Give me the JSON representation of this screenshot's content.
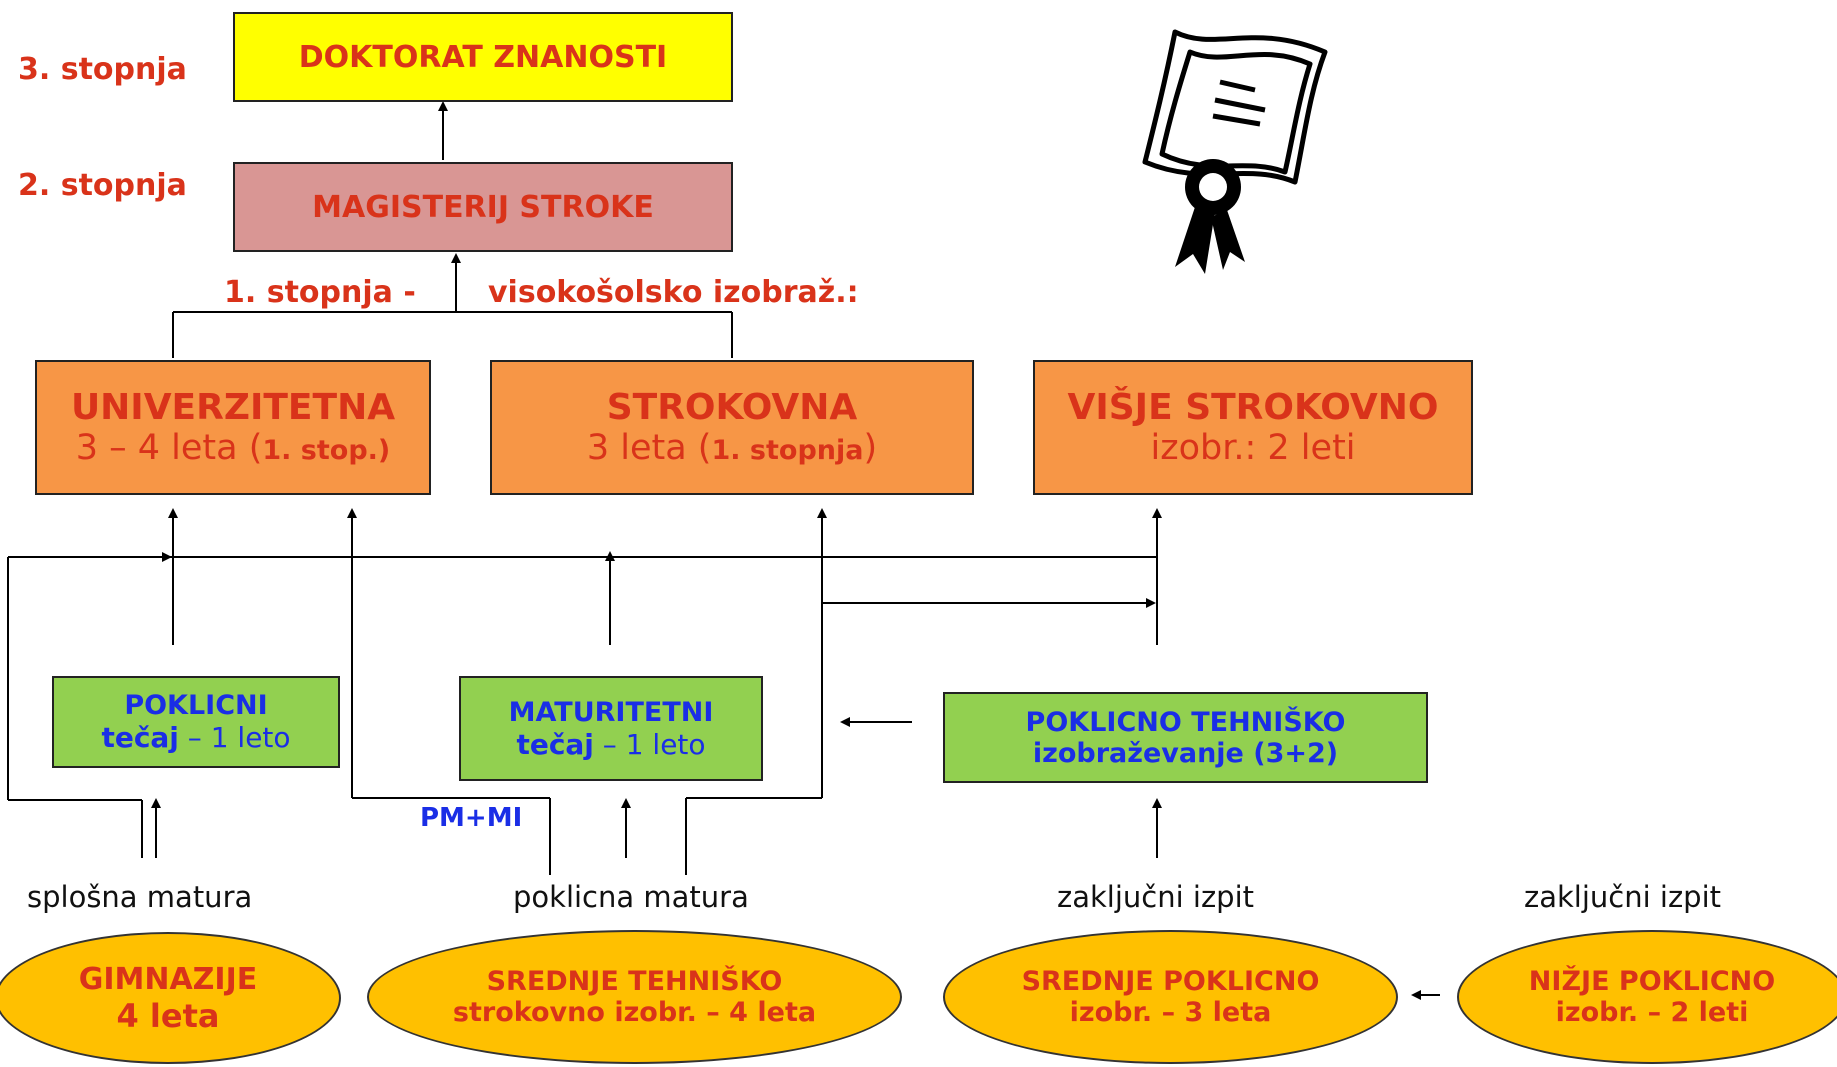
{
  "levels": {
    "level3": "3. stopnja",
    "level2": "2. stopnja",
    "level1_left": "1. stopnja -",
    "level1_right": "visokošolsko izobraž.:"
  },
  "boxes": {
    "doctorate": "DOKTORAT ZNANOSTI",
    "master": "MAGISTERIJ STROKE",
    "university": {
      "title": "UNIVERZITETNA",
      "sub_a": "3 – 4 leta (",
      "sub_b": "1. stop.)"
    },
    "professional": {
      "title": "STROKOVNA",
      "sub_a": "3 leta (",
      "sub_b": "1. stopnja",
      "sub_c": ")"
    },
    "higher_vocational": {
      "title": "VIŠJE STROKOVNO",
      "sub": "izobr.: 2 leti"
    },
    "vocational_course": {
      "title": "POKLICNI",
      "sub_a": "tečaj",
      "sub_b": " – 1 leto"
    },
    "matura_course": {
      "title": "MATURITETNI",
      "sub_a": "tečaj",
      "sub_b": " – 1 leto"
    },
    "vocational_technical": {
      "line1": "POKLICNO TEHNIŠKO",
      "line2": "izobraževanje (3+2)"
    }
  },
  "pm_mi": "PM+MI",
  "exams": {
    "general": "splošna matura",
    "vocational": "poklicna matura",
    "final1": "zaključni izpit",
    "final2": "zaključni izpit"
  },
  "schools": {
    "gymnasium": {
      "line1": "GIMNAZIJE",
      "line2": "4 leta"
    },
    "secondary_technical": {
      "line1": "SREDNJE TEHNIŠKO",
      "line2": "strokovno izobr. – 4 leta"
    },
    "secondary_vocational": {
      "line1": "SREDNJE POKLICNO",
      "line2": "izobr. – 3 leta"
    },
    "lower_vocational": {
      "line1": "NIŽJE POKLICNO",
      "line2": "izobr. – 2 leti"
    }
  },
  "colors": {
    "doctorate_bg": "#ffff00",
    "master_bg": "#d99694",
    "tertiary_bg": "#f79646",
    "course_bg": "#92d050",
    "school_bg": "#ffc000",
    "title_red": "#d9331a",
    "blue_text": "#1a2ee6"
  },
  "icons": {
    "certificate": "diploma-certificate-icon"
  }
}
